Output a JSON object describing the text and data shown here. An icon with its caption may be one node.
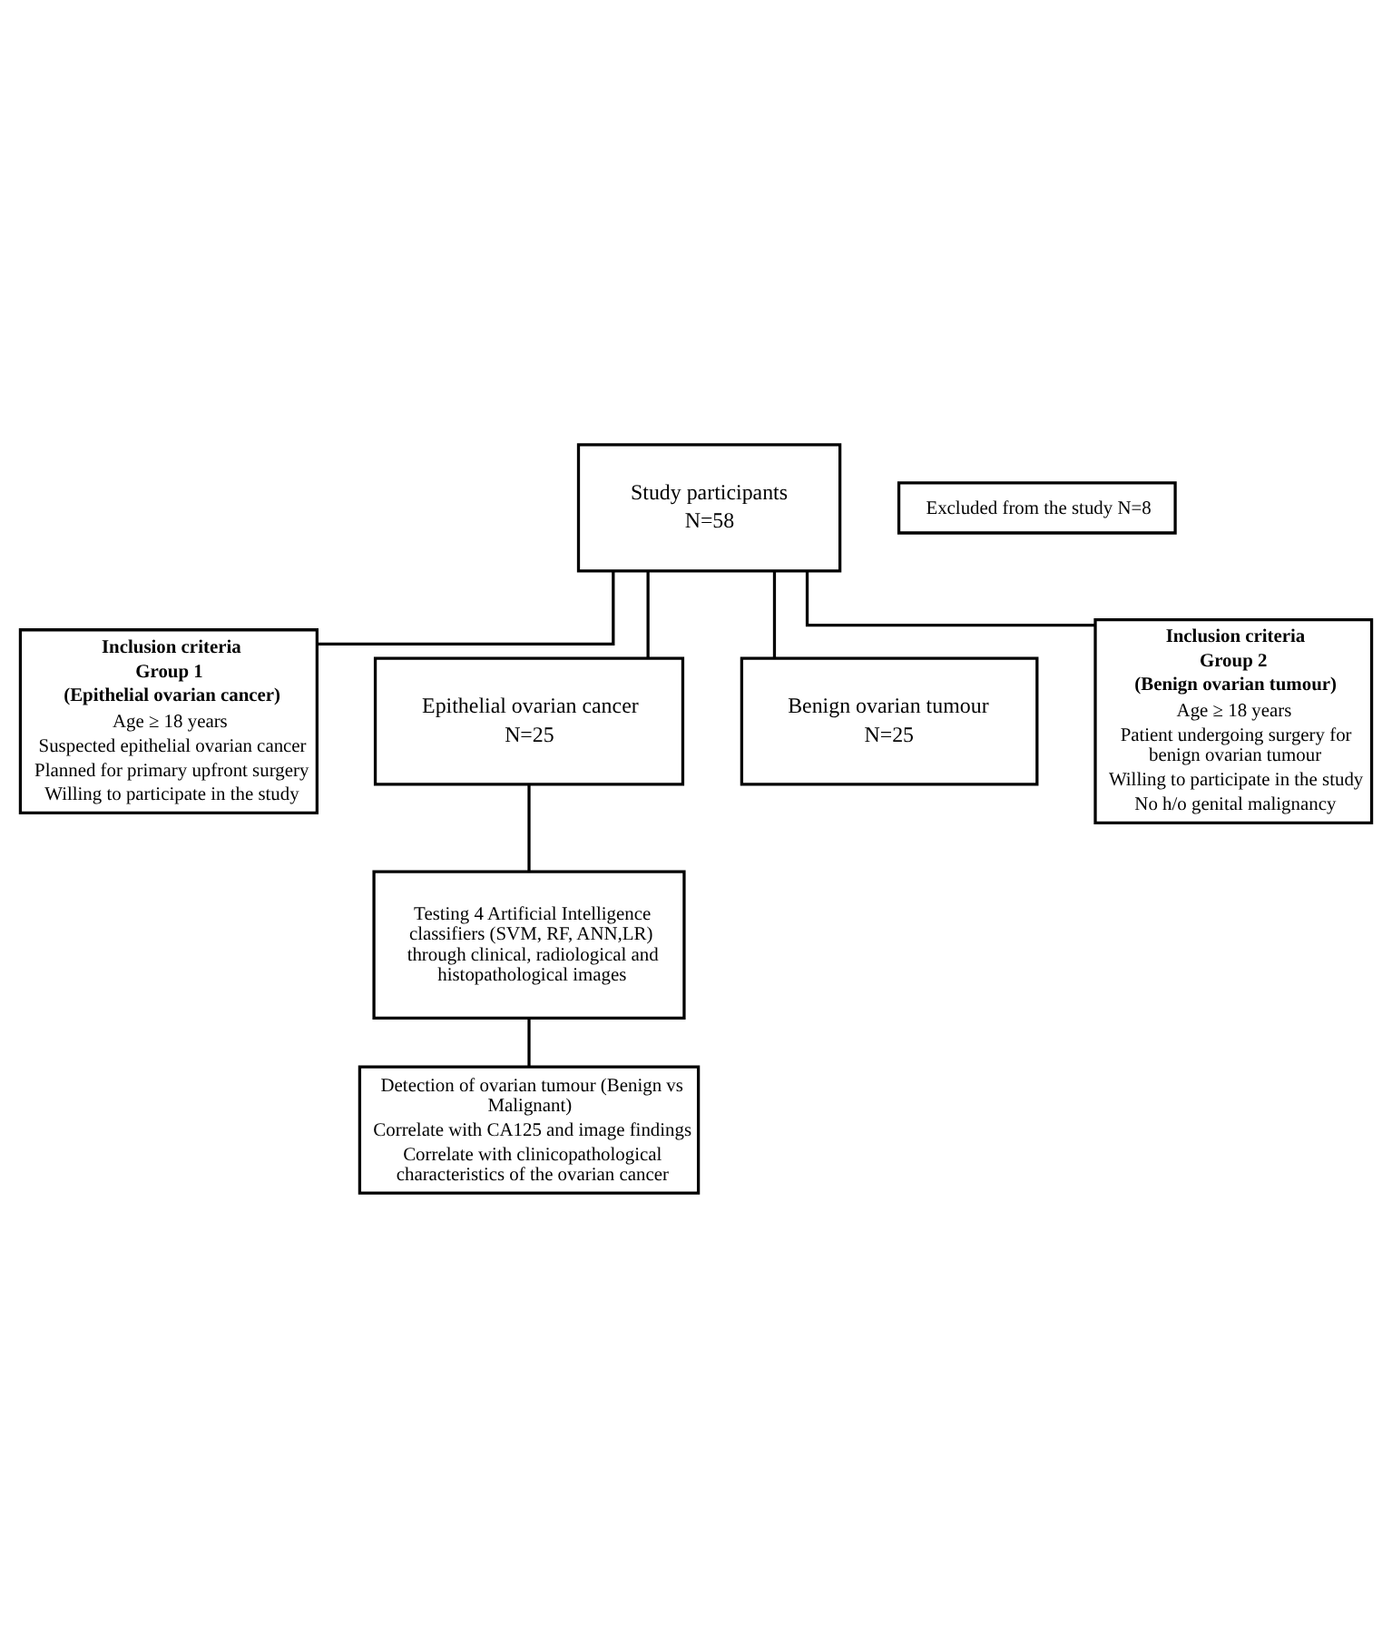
{
  "diagram": {
    "nodes": [
      {
        "text": [
          "Study participants",
          "N=58"
        ]
      },
      {
        "text": [
          "Excluded from the study N=8"
        ]
      },
      {
        "text": [
          "Inclusion criteria",
          "Group 1",
          "(Epithelial ovarian cancer)",
          "Age ≥ 18 years",
          "Suspected epithelial ovarian cancer",
          "Planned for primary upfront surgery",
          "Willing to participate in the study"
        ]
      },
      {
        "text": [
          "Inclusion criteria",
          "Group 2",
          "(Benign ovarian tumour)",
          "Age ≥ 18 years",
          "Patient undergoing surgery for benign ovarian tumour",
          "Willing to participate in the study",
          "No h/o genital malignancy"
        ]
      },
      {
        "text": [
          "Epithelial ovarian cancer",
          "N=25"
        ]
      },
      {
        "text": [
          "Benign ovarian tumour",
          "N=25"
        ]
      },
      {
        "text": [
          "Testing 4 Artificial Intelligence classifiers (SVM, RF, ANN,LR) through clinical, radiological and histopathological images"
        ]
      },
      {
        "text": [
          "Detection of ovarian tumour (Benign vs Malignant)",
          "Correlate with CA125 and image findings",
          "Correlate with clinicopathological characteristics of the ovarian cancer"
        ]
      }
    ],
    "edges": [
      {
        "from": 0,
        "to": 2,
        "arrow": "none"
      },
      {
        "from": 0,
        "to": 4,
        "arrow": "none"
      },
      {
        "from": 0,
        "to": 5,
        "arrow": "none"
      },
      {
        "from": 0,
        "to": 3,
        "arrow": "none"
      },
      {
        "from": 4,
        "to": 6,
        "arrow": "none"
      },
      {
        "from": 6,
        "to": 7,
        "arrow": "none"
      }
    ]
  }
}
